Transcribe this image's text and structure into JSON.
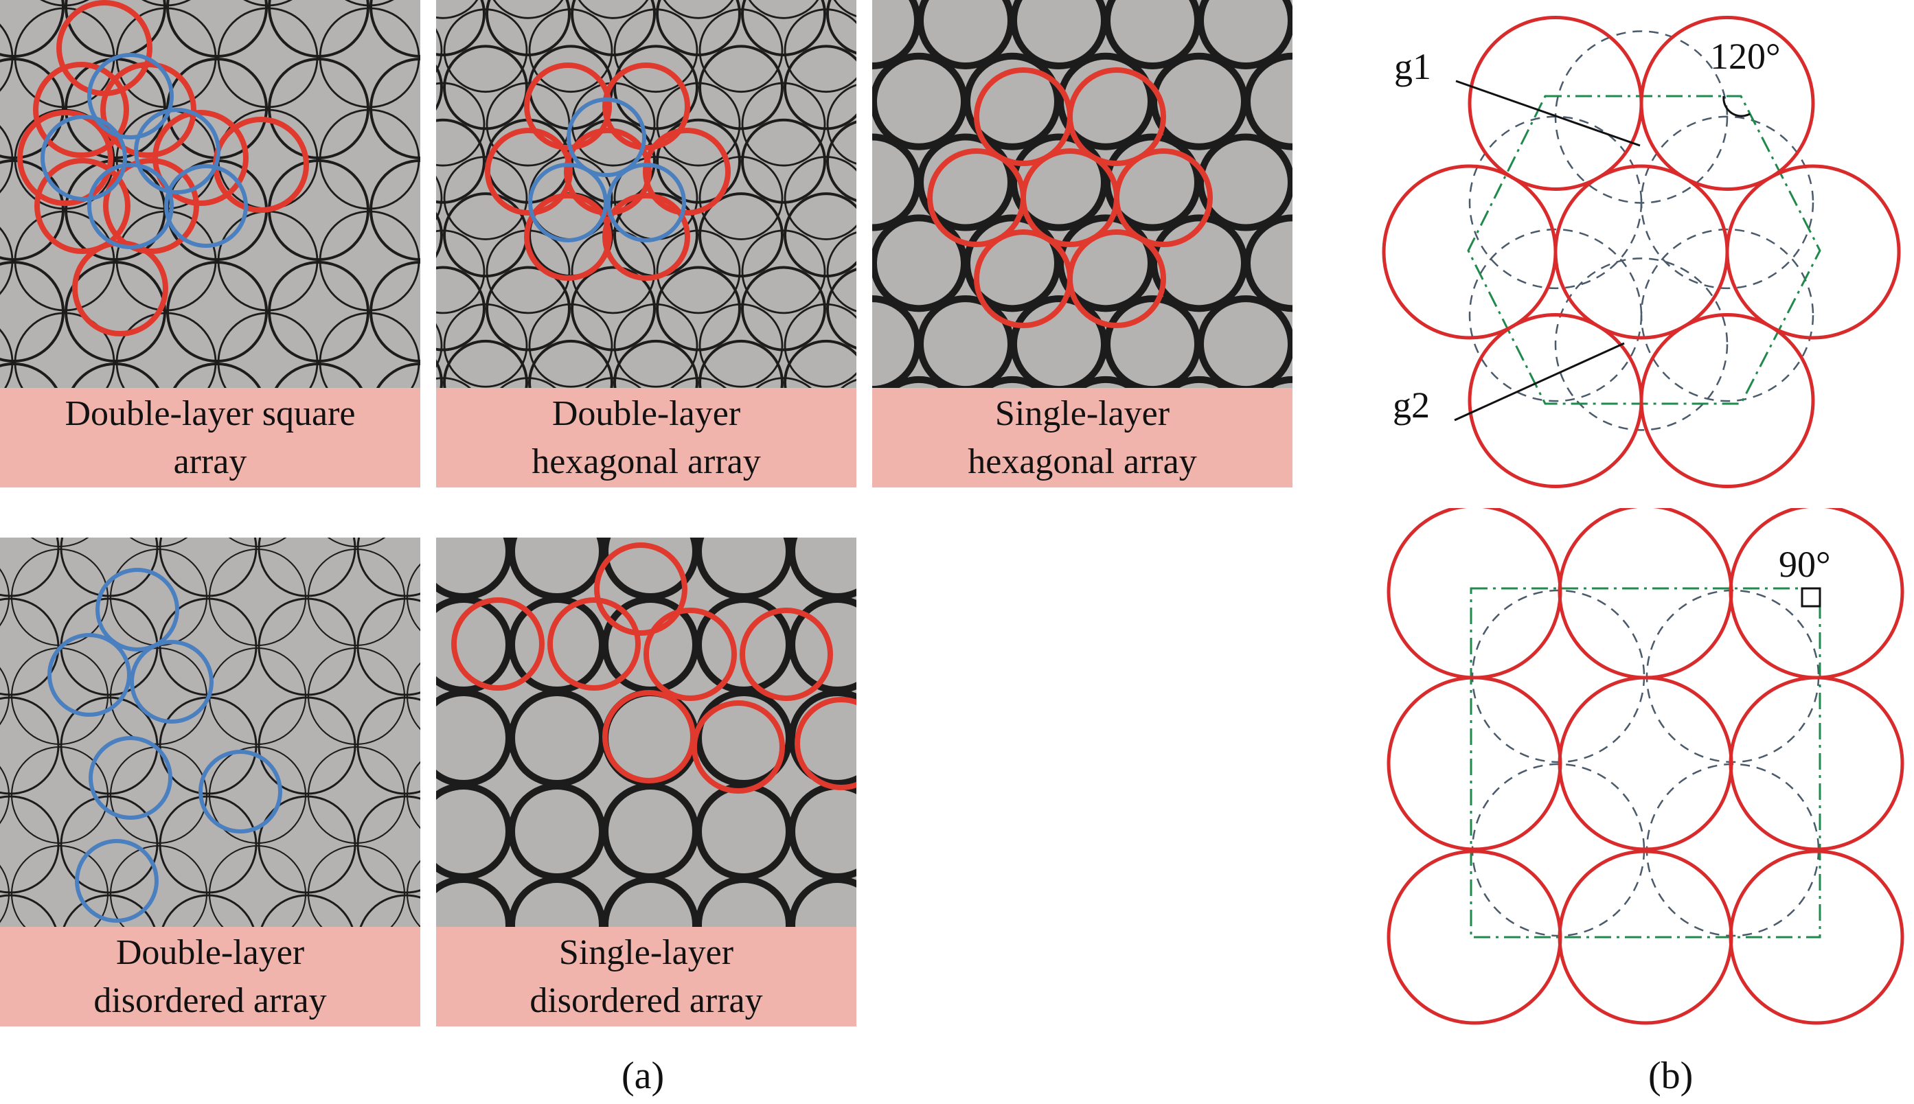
{
  "panels": [
    {
      "caption_line1": "Double-layer square",
      "caption_line2": "array",
      "pattern": "double-square"
    },
    {
      "caption_line1": "Double-layer",
      "caption_line2": "hexagonal array",
      "pattern": "double-hex"
    },
    {
      "caption_line1": "Single-layer",
      "caption_line2": "hexagonal array",
      "pattern": "single-hex"
    },
    {
      "caption_line1": "Double-layer",
      "caption_line2": "disordered array",
      "pattern": "double-disordered"
    },
    {
      "caption_line1": "Single-layer",
      "caption_line2": "disordered array",
      "pattern": "single-disordered"
    }
  ],
  "subfigure_labels": {
    "a": "(a)",
    "b": "(b)"
  },
  "hex_diagram": {
    "label_gap1": "g1",
    "label_gap2": "g2",
    "angle": "120°"
  },
  "square_diagram": {
    "angle": "90°"
  },
  "colors": {
    "caption_bg": "#f0b4ac",
    "photo_bg": "#b5b3b1",
    "ring_dark": "#1c1c1c",
    "ring_red": "#e03a2e",
    "ring_blue": "#4a7fc0",
    "diagram_red": "#d92b2b",
    "diagram_dashed": "#4a5a6a",
    "diagram_outline": "#1f8a4c"
  }
}
